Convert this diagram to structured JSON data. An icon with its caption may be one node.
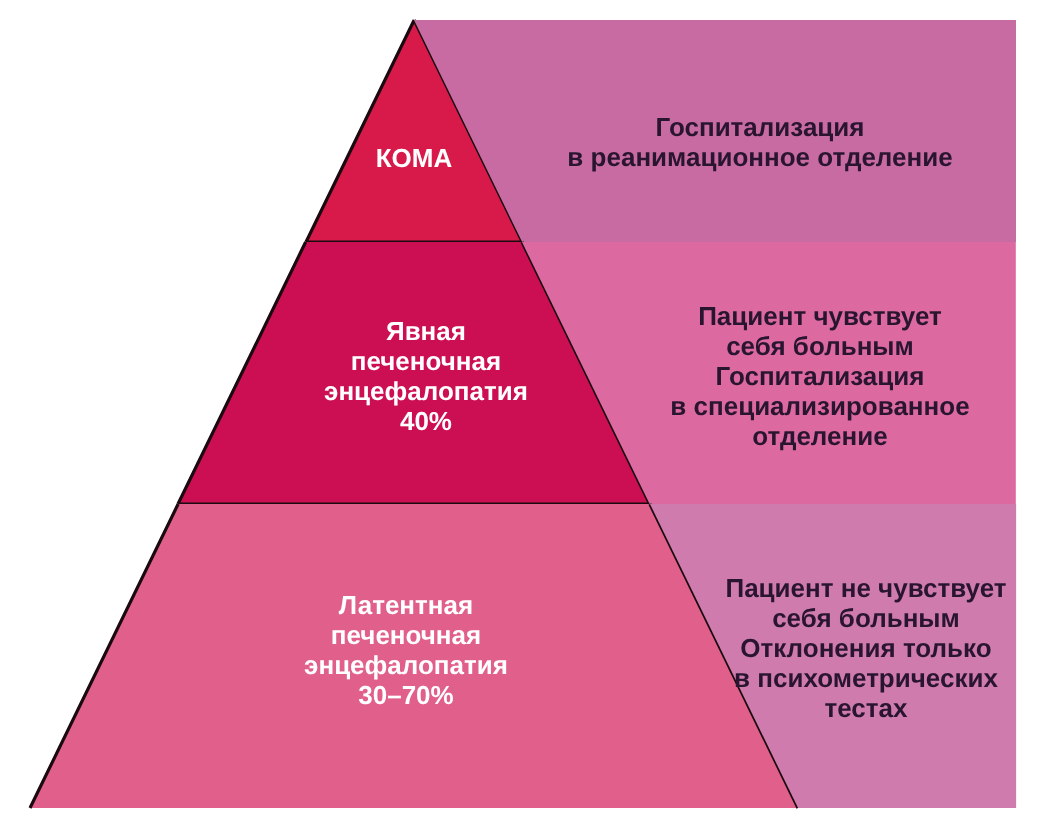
{
  "diagram": {
    "nodes": [
      {
        "text": [
          "КОМА"
        ]
      },
      {
        "text": [
          "Госпитализация в реанимационное отделение"
        ]
      },
      {
        "text": [
          "Явная печеночная энцефалопатия",
          "40%"
        ]
      },
      {
        "text": [
          "Пациент чувствует себя больным",
          "Госпитализация в специализированное отделение"
        ]
      },
      {
        "text": [
          "Латентная печеночная энцефалопатия",
          "30–70%"
        ]
      },
      {
        "text": [
          "Пациент не чувствует себя больным",
          "Отклонения только в психометрических тестах"
        ]
      }
    ]
  }
}
